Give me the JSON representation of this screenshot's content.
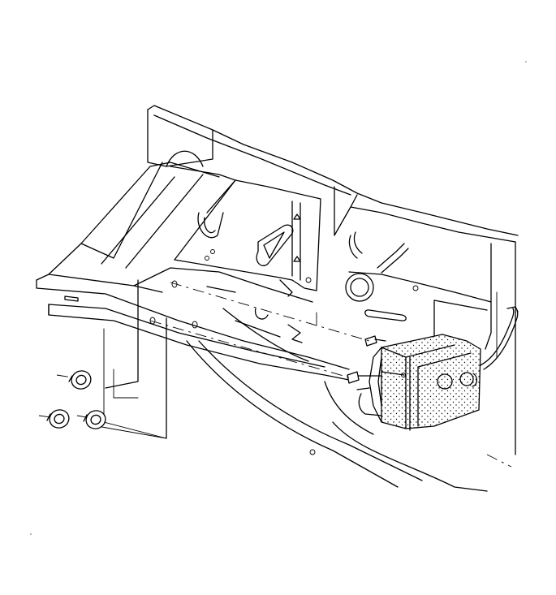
{
  "diagram": {
    "parts": [
      {
        "id": "frame-rail",
        "kind": "frame rail"
      },
      {
        "id": "mounting-bracket",
        "kind": "bracket"
      },
      {
        "id": "inner-fender-panel",
        "kind": "body panel"
      },
      {
        "id": "module-box",
        "kind": "electronic module"
      },
      {
        "id": "wire-harness",
        "kind": "wiring"
      },
      {
        "id": "nut",
        "count": 3
      }
    ],
    "colors": {
      "line": "#000000",
      "background": "#ffffff"
    }
  }
}
